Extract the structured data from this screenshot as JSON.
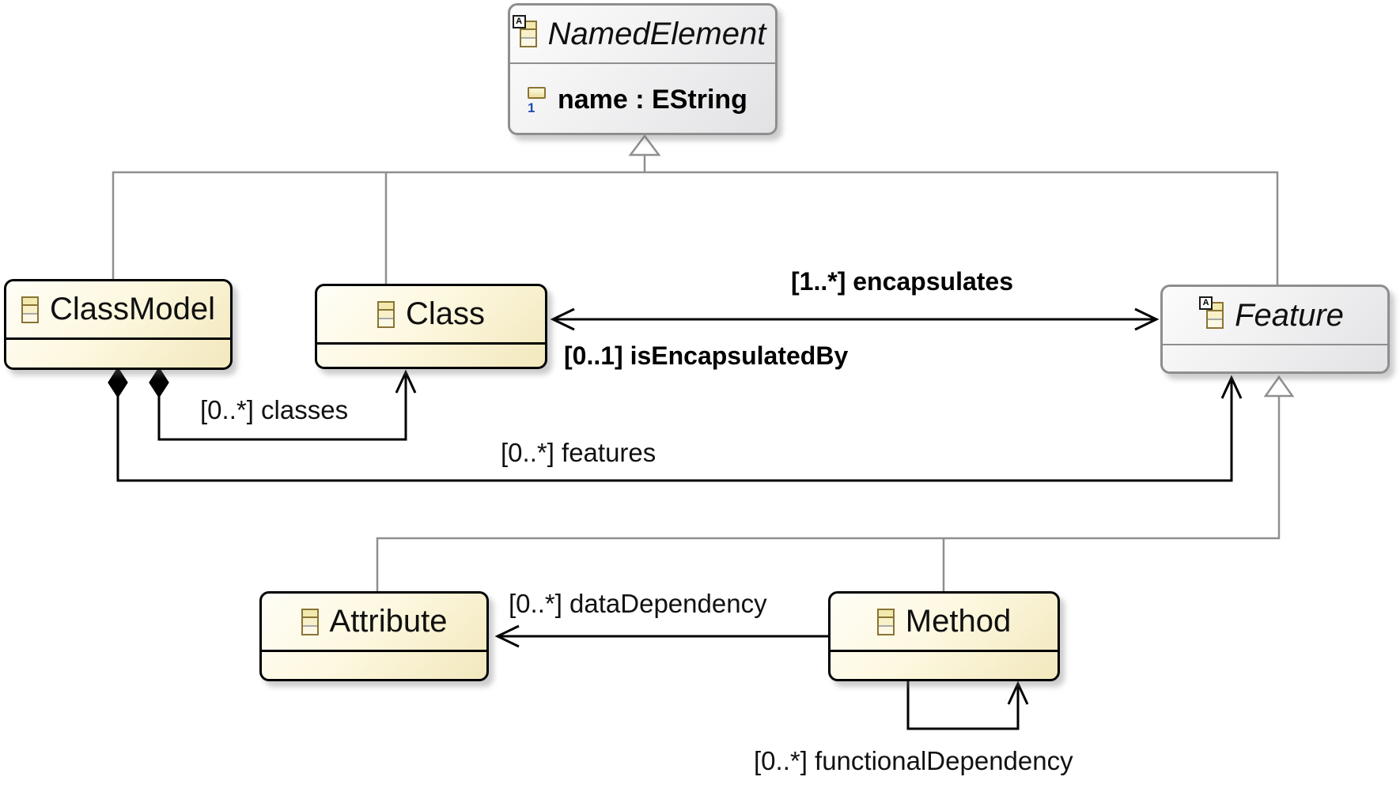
{
  "boxes": {
    "namedElement": {
      "title": "NamedElement",
      "abstract": true,
      "attribute": "name : EString"
    },
    "classModel": {
      "title": "ClassModel",
      "abstract": false
    },
    "class": {
      "title": "Class",
      "abstract": false
    },
    "feature": {
      "title": "Feature",
      "abstract": true
    },
    "attribute": {
      "title": "Attribute",
      "abstract": false
    },
    "method": {
      "title": "Method",
      "abstract": false
    }
  },
  "labels": {
    "encapsulates": "[1..*] encapsulates",
    "isEncapsulatedBy": "[0..1] isEncapsulatedBy",
    "classes": "[0..*] classes",
    "features": "[0..*] features",
    "dataDependency": "[0..*] dataDependency",
    "functionalDependency": "[0..*] functionalDependency"
  },
  "icons": {
    "abstract_badge_letter": "A",
    "eattribute_digit": "1"
  },
  "colors": {
    "class_fill_light": "#fffef7",
    "class_fill_dark": "#f2e8bd",
    "class_border": "#000000",
    "abstract_fill_light": "#fcfcfc",
    "abstract_fill_dark": "#e2e2e5",
    "abstract_border": "#8e8e8e",
    "inheritance_line": "#8f8f8f",
    "association_line": "#000000",
    "icon_border": "#8a7434",
    "icon_fill": "#f3e9ae",
    "attribute_digit_blue": "#1f4db0"
  }
}
